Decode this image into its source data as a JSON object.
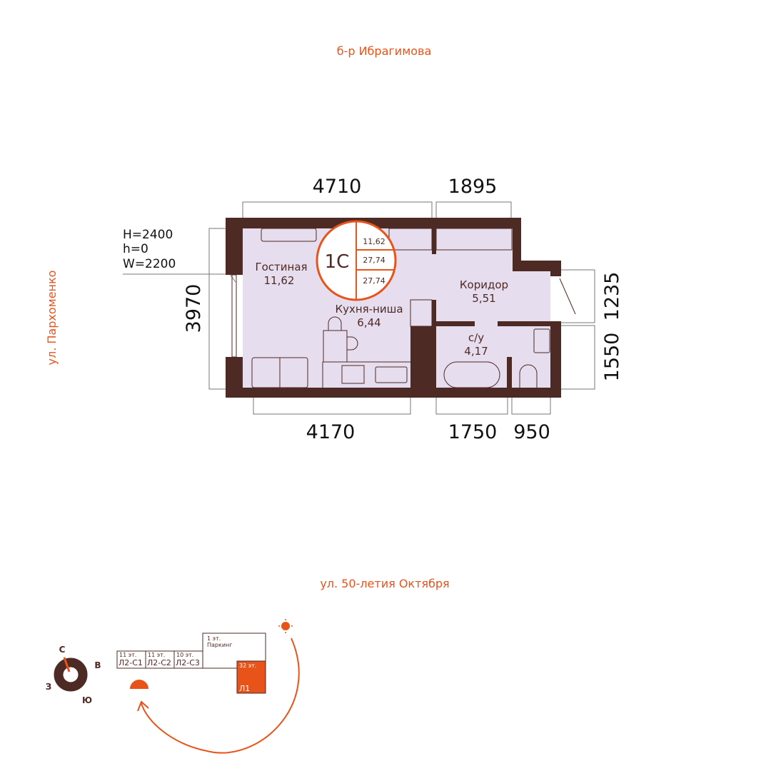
{
  "streets": {
    "top": "б-р Ибрагимова",
    "left": "ул. Пархоменко",
    "bottom": "ул. 50-летия Октября"
  },
  "dimensions": {
    "top_left": "4710",
    "top_right": "1895",
    "left": "3970",
    "right_top": "1235",
    "right_bottom": "1550",
    "bottom_left": "4170",
    "bottom_mid": "1750",
    "bottom_right": "950"
  },
  "window_spec": {
    "h_big": "H=2400",
    "h_small": "h=0",
    "w": "W=2200"
  },
  "rooms": [
    {
      "name": "Гостиная",
      "area": "11,62"
    },
    {
      "name": "Кухня-ниша",
      "area": "6,44"
    },
    {
      "name": "Коридор",
      "area": "5,51"
    },
    {
      "name": "с/у",
      "area": "4,17"
    }
  ],
  "badge": {
    "type": "1С",
    "living_area": "11,62",
    "total_area": "27,74",
    "total_area_2": "27,74"
  },
  "compass": {
    "north": "С",
    "east": "В",
    "south": "Ю",
    "west": "З"
  },
  "site_plan": {
    "buildings": [
      {
        "floors": "11 эт.",
        "label": "Л2-С1"
      },
      {
        "floors": "11 эт.",
        "label": "Л2-С2"
      },
      {
        "floors": "10 эт.",
        "label": "Л2-С3"
      },
      {
        "floors": "1 эт.",
        "label": "Паркинг"
      },
      {
        "floors": "32 эт.",
        "label": "Л1"
      }
    ]
  },
  "colors": {
    "wall": "#4e2a24",
    "floor": "#e6ddef",
    "accent": "#e8531a"
  }
}
